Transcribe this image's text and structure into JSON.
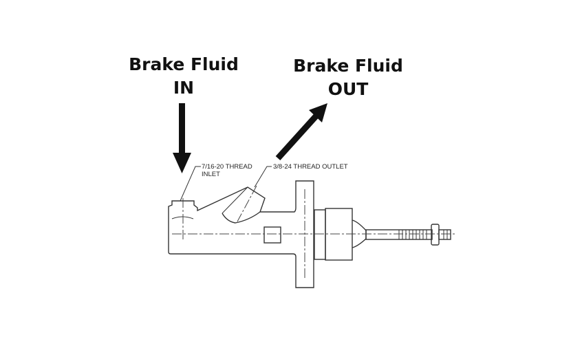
{
  "inlet": {
    "title_line1": "Brake Fluid",
    "title_line2": "IN",
    "label_line1": "7/16-20 THREAD",
    "label_line2": "INLET"
  },
  "outlet": {
    "title_line1": "Brake Fluid",
    "title_line2": "OUT",
    "label": "3/8-24 THREAD OUTLET"
  }
}
